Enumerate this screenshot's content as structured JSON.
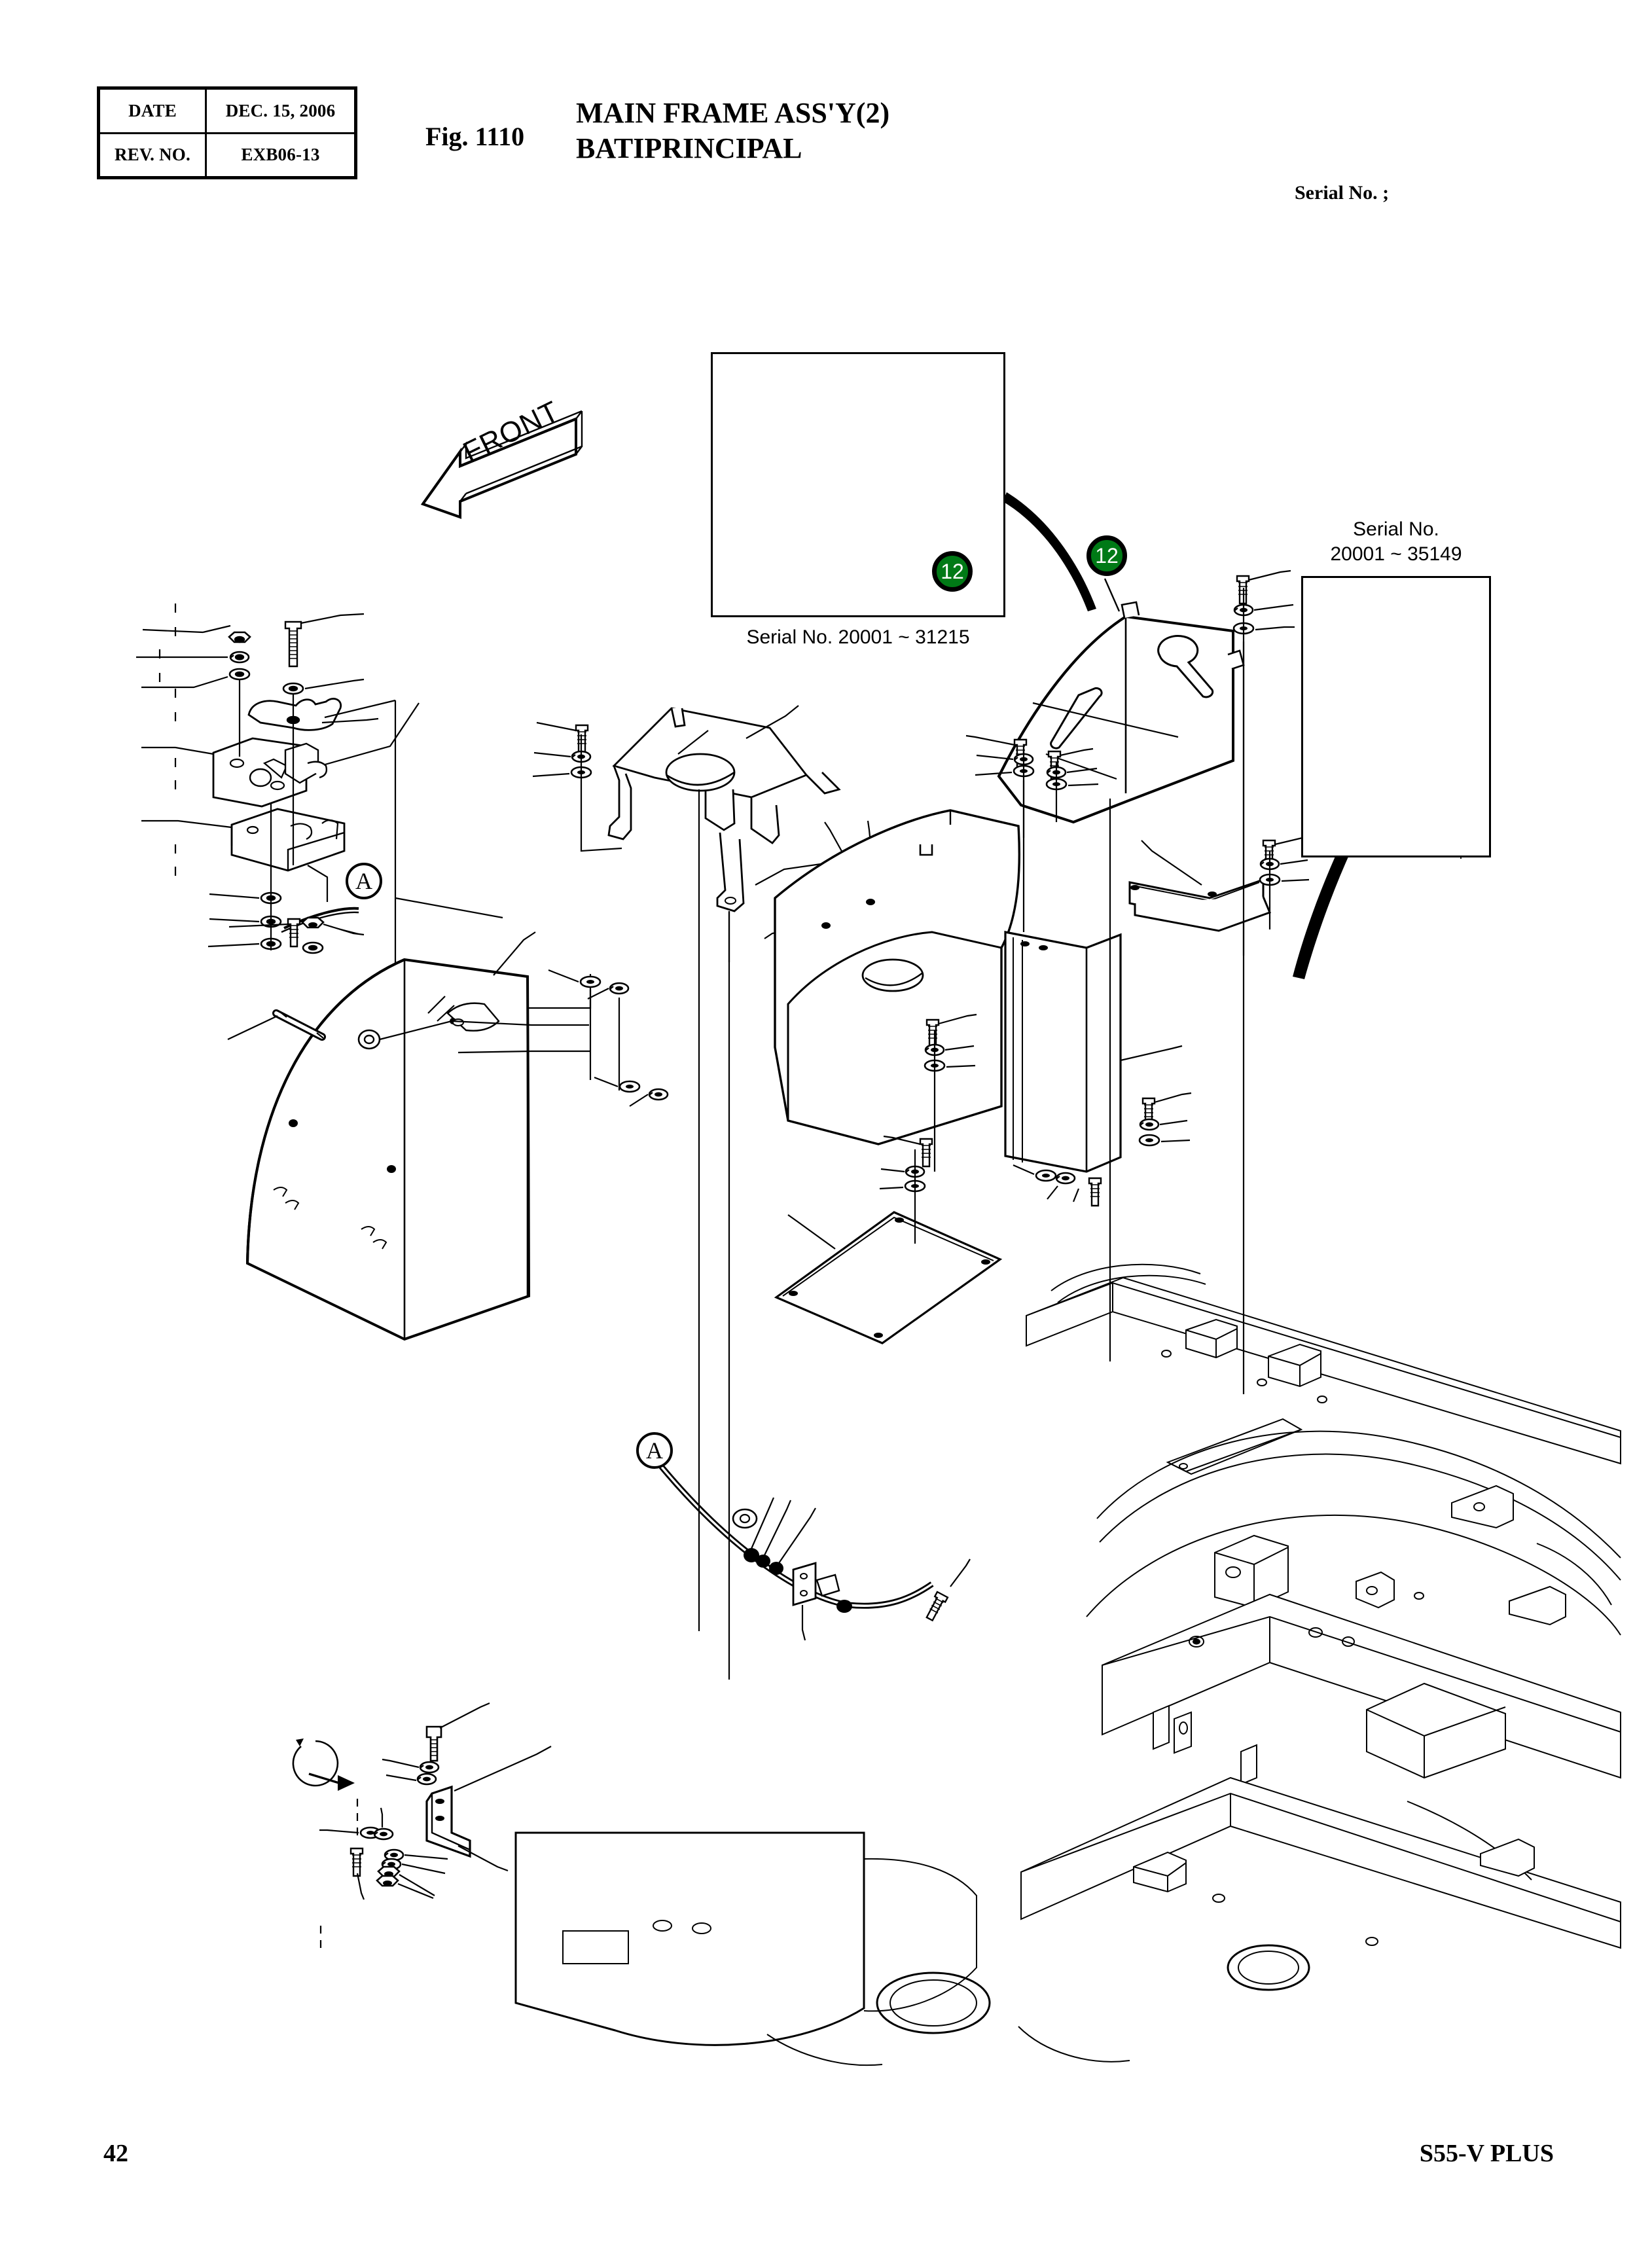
{
  "title_block": {
    "date_label": "DATE",
    "date_value": "DEC. 15, 2006",
    "rev_label": "REV. NO.",
    "rev_value": "EXB06-13"
  },
  "header": {
    "fig_number": "Fig. 1110",
    "title_line1": "MAIN FRAME ASS'Y(2)",
    "title_line2": "BATIPRINCIPAL",
    "serial_note": "Serial No. ;"
  },
  "footer": {
    "page_number": "42",
    "model": "S55-V PLUS"
  },
  "insets": {
    "left": {
      "caption": "Serial No. 20001 ~ 31215",
      "badge": "12"
    },
    "right": {
      "caption_line1": "Serial No.",
      "caption_line2": "20001 ~ 35149"
    }
  },
  "callouts": {
    "badge_main": "12",
    "section_a_upper": "A",
    "section_a_lower": "A",
    "direction_arrow": "FRONT"
  },
  "colors": {
    "badge_green": "#007a16",
    "line": "#000000",
    "paper": "#ffffff"
  }
}
